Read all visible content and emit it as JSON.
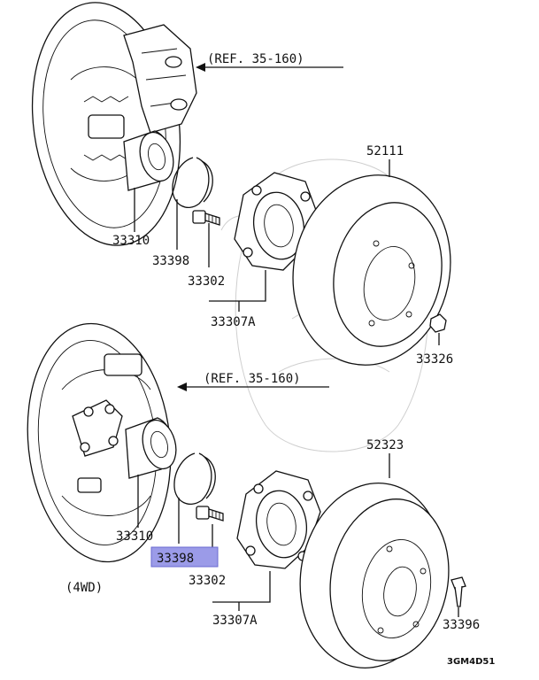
{
  "diagram": {
    "refs": {
      "top": "(REF. 35-160)",
      "bottom": "(REF. 35-160)"
    },
    "variant_label": "(4WD)",
    "drawing_code": "3GM4D51",
    "highlight_color": "#9b9be8",
    "parts_top": {
      "hub_bearing": "33310",
      "snap_ring": "33398",
      "bolt": "33302",
      "hub_assy": "33307A",
      "drum": "52111",
      "nut": "33326"
    },
    "parts_bottom": {
      "hub_bearing": "33310",
      "snap_ring": "33398",
      "bolt": "33302",
      "hub_assy": "33307A",
      "drum": "52323",
      "screw": "33396"
    }
  }
}
